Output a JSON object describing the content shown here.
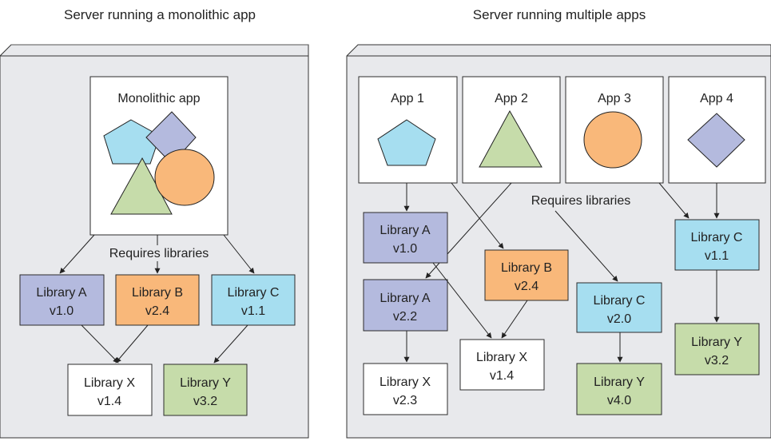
{
  "colors": {
    "panel_fill": "#e8e9ec",
    "library_a": "#b4bade",
    "library_b": "#f9b87a",
    "library_c": "#a6def0",
    "library_y": "#c6dcaa",
    "library_x": "#ffffff",
    "pentagon": "#a6def0",
    "diamond": "#b4bade",
    "triangle": "#c6dcaa",
    "circle": "#f9b87a"
  },
  "left_panel": {
    "title": "Server running a monolithic app",
    "app": {
      "label": "Monolithic app",
      "icons": [
        "pentagon-icon",
        "diamond-icon",
        "triangle-icon",
        "circle-icon"
      ]
    },
    "requires_label": "Requires libraries",
    "libraries": [
      {
        "name": "Library A",
        "version": "v1.0"
      },
      {
        "name": "Library B",
        "version": "v2.4"
      },
      {
        "name": "Library C",
        "version": "v1.1"
      },
      {
        "name": "Library X",
        "version": "v1.4"
      },
      {
        "name": "Library Y",
        "version": "v3.2"
      }
    ]
  },
  "right_panel": {
    "title": "Server running multiple apps",
    "apps": [
      {
        "label": "App 1",
        "icon": "pentagon-icon"
      },
      {
        "label": "App 2",
        "icon": "triangle-icon"
      },
      {
        "label": "App 3",
        "icon": "circle-icon"
      },
      {
        "label": "App 4",
        "icon": "diamond-icon"
      }
    ],
    "requires_label": "Requires libraries",
    "libraries": [
      {
        "name": "Library A",
        "version": "v1.0"
      },
      {
        "name": "Library B",
        "version": "v2.4"
      },
      {
        "name": "Library C",
        "version": "v1.1"
      },
      {
        "name": "Library A",
        "version": "v2.2"
      },
      {
        "name": "Library C",
        "version": "v2.0"
      },
      {
        "name": "Library X",
        "version": "v1.4"
      },
      {
        "name": "Library Y",
        "version": "v3.2"
      },
      {
        "name": "Library X",
        "version": "v2.3"
      },
      {
        "name": "Library Y",
        "version": "v4.0"
      }
    ]
  }
}
